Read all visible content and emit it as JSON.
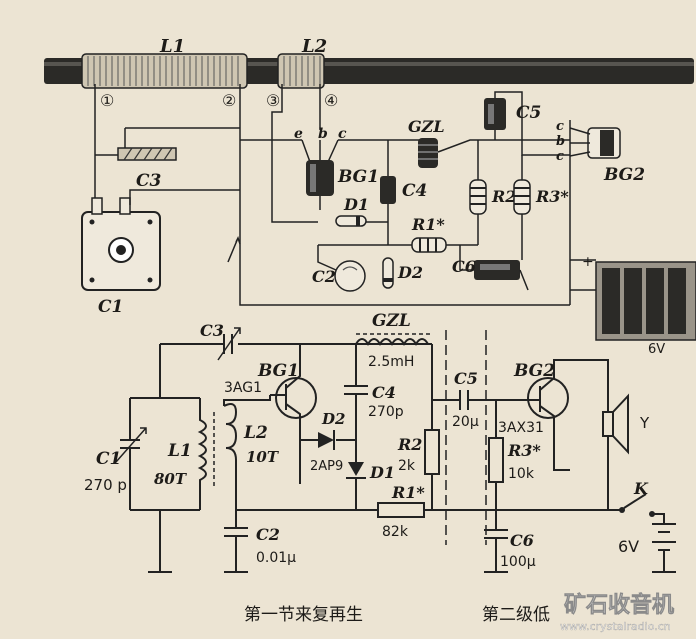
{
  "colors": {
    "paper": "#ece4d3",
    "ink": "#1d1b18",
    "rod": "#2b2a27",
    "watermark": "#f3f3f3"
  },
  "pictorial": {
    "coil_L1": "L1",
    "coil_L2": "L2",
    "taps": [
      "①",
      "②",
      "③",
      "④"
    ],
    "transistor_BG1": "BG1",
    "transistor_BG2": "BG2",
    "pins_BG1": [
      "e",
      "b",
      "c"
    ],
    "pins_BG2": [
      "c",
      "b",
      "c"
    ],
    "C1": "C1",
    "C2": "C2",
    "C3": "C3",
    "C4": "C4",
    "C5": "C5",
    "C6": "C6",
    "D1": "D1",
    "D2": "D2",
    "R1": "R1*",
    "R2": "R2",
    "R3": "R3*",
    "choke": "GZL",
    "battery_plus": "+",
    "battery_voltage": "6V"
  },
  "schematic": {
    "C3": "C3",
    "C1": "C1",
    "C1_value": "270 p",
    "L1": "L1",
    "L1_value": "80T",
    "L2": "L2",
    "L2_value": "10T",
    "BG1": "BG1",
    "BG1_type": "3AG1",
    "GZL": "GZL",
    "GZL_value": "2.5mH",
    "C4": "C4",
    "C4_value": "270p",
    "D2": "D2",
    "D2_type": "2AP9",
    "D1": "D1",
    "R2": "R2",
    "R2_value": "2k",
    "R1": "R1*",
    "R1_value": "82k",
    "C2": "C2",
    "C2_value": "0.01μ",
    "C5": "C5",
    "C5_value": "20μ",
    "BG2": "BG2",
    "BG2_type": "3AX31",
    "R3": "R3*",
    "R3_value": "10k",
    "C6": "C6",
    "C6_value": "100μ",
    "speaker": "Y",
    "switch": "K",
    "battery": "6V"
  },
  "captions": {
    "stage1": "第一节来复再生",
    "stage2": "第二级低"
  },
  "watermark": {
    "title": "矿石收音机",
    "url": "www.crystalradio.cn"
  }
}
